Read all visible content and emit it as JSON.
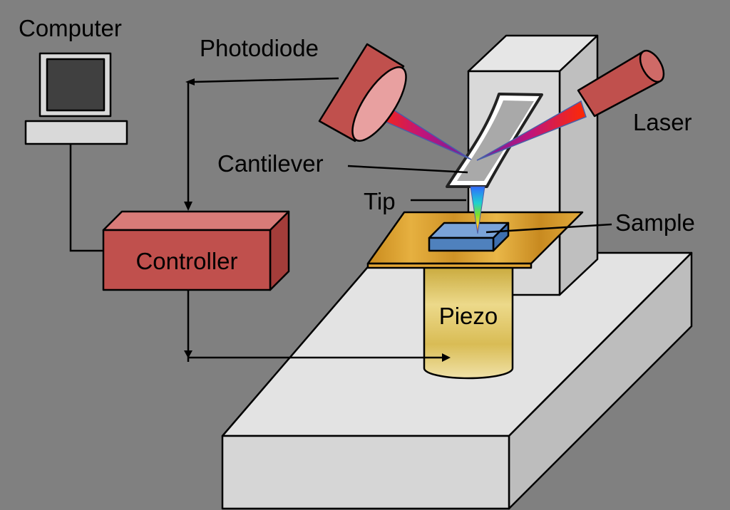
{
  "labels": {
    "computer": "Computer",
    "photodiode": "Photodiode",
    "laser": "Laser",
    "cantilever": "Cantilever",
    "tip": "Tip",
    "sample": "Sample",
    "controller": "Controller",
    "piezo": "Piezo"
  },
  "colors": {
    "background": "#808080",
    "controller_front": "#c0504d",
    "controller_top": "#d87b78",
    "controller_side": "#a43d3a",
    "laser_body": "#c0504d",
    "photodiode_face": "#e8a0a0",
    "piezo": "#e6d27a",
    "stage": "#d9a02a",
    "sample": "#4f81bd",
    "base_light": "#d9d9d9",
    "base_side": "#bfbfbf",
    "base_top": "#e6e6e6"
  }
}
